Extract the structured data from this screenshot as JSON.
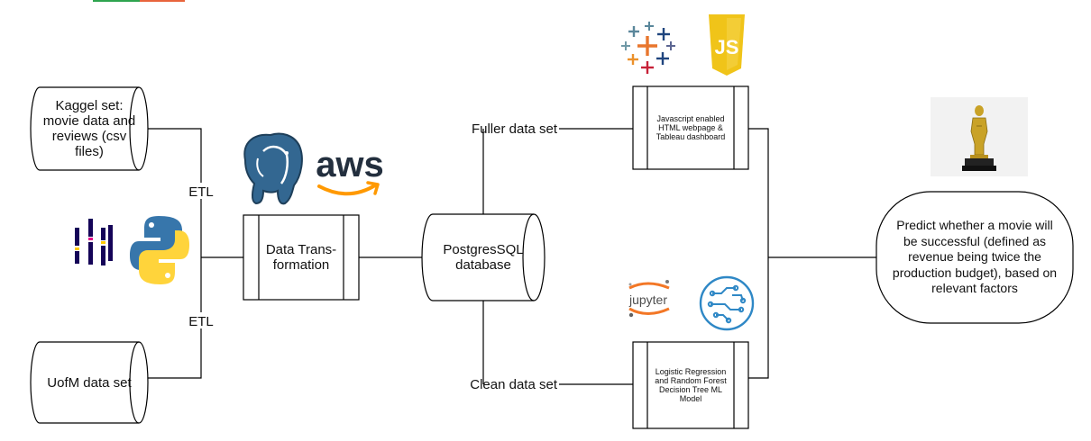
{
  "sources": {
    "kaggle": "Kaggel set: movie data and reviews (csv files)",
    "uofm": "UofM data set"
  },
  "etl_top": "ETL",
  "etl_bottom": "ETL",
  "transform": "Data Trans-formation",
  "database": "PostgresSQL database",
  "fuller_label": "Fuller data set",
  "clean_label": "Clean data set",
  "viz_box": "Javascript enabled HTML webpage & Tableau dashboard",
  "ml_box": "Logistic Regression and Random Forest Decision Tree ML Model",
  "goal": "Predict whether a movie will be successful (defined as revenue being twice the production budget), based on relevant factors",
  "logos": {
    "postgres": "postgresql-elephant-icon",
    "aws": "aws",
    "pandas": "pandas-icon",
    "python": "python-icon",
    "tableau": "tableau-icon",
    "js": "JS",
    "jupyter": "jupyter",
    "ml": "machine-learning-icon",
    "oscar": "oscar-trophy-icon"
  },
  "colors": {
    "line": "#000000",
    "box_fill": "#ffffff",
    "postgres_blue": "#336791",
    "aws_text": "#232f3e",
    "aws_orange": "#ff9900",
    "python_blue": "#3776ab",
    "python_yellow": "#ffd43b",
    "pandas_navy": "#150458",
    "pandas_yellow": "#ffca00",
    "pandas_pink": "#e70488",
    "js_yellow": "#f0c419",
    "jupyter_orange": "#f37726",
    "ml_blue": "#2f88c6",
    "oscar_gold": "#c9a227"
  }
}
